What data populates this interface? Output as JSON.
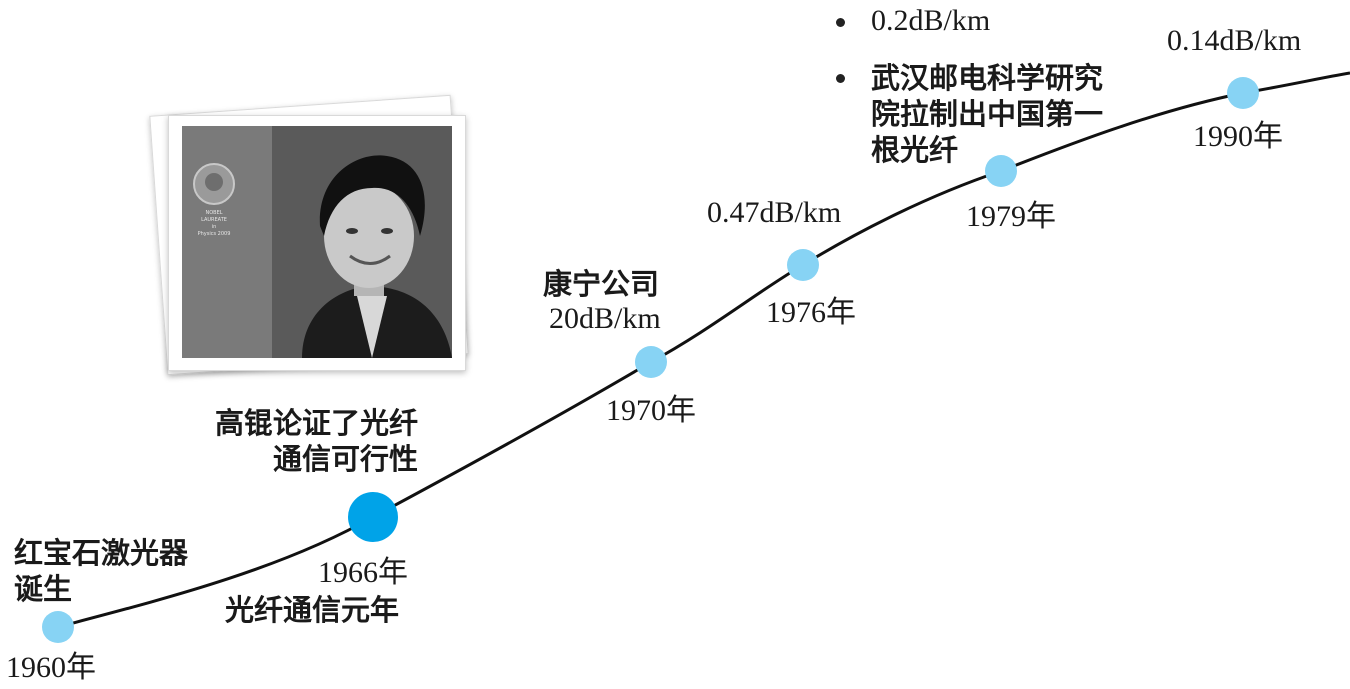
{
  "timeline": {
    "line_color": "#111111",
    "node_color": "#87d3f4",
    "highlight_node_color": "#00a3e8",
    "events": [
      {
        "id": "1960",
        "year": "1960年",
        "caption": "红宝石激光器\n诞生"
      },
      {
        "id": "1966",
        "year": "1966年",
        "caption": "高锟论证了光纤\n通信可行性",
        "subcaption": "光纤通信元年",
        "highlight": true
      },
      {
        "id": "1970",
        "year": "1970年",
        "caption": "康宁公司",
        "value": "20dB/km"
      },
      {
        "id": "1976",
        "year": "1976年",
        "value": "0.47dB/km"
      },
      {
        "id": "1979",
        "year": "1979年",
        "bullets": [
          "0.2dB/km",
          "武汉邮电科学研究\n院拉制出中国第一\n根光纤"
        ]
      },
      {
        "id": "1990",
        "year": "1990年",
        "value": "0.14dB/km"
      }
    ]
  },
  "photo": {
    "medal_text": "NOBEL\nLAUREATE\nin\nPhysics 2009"
  }
}
